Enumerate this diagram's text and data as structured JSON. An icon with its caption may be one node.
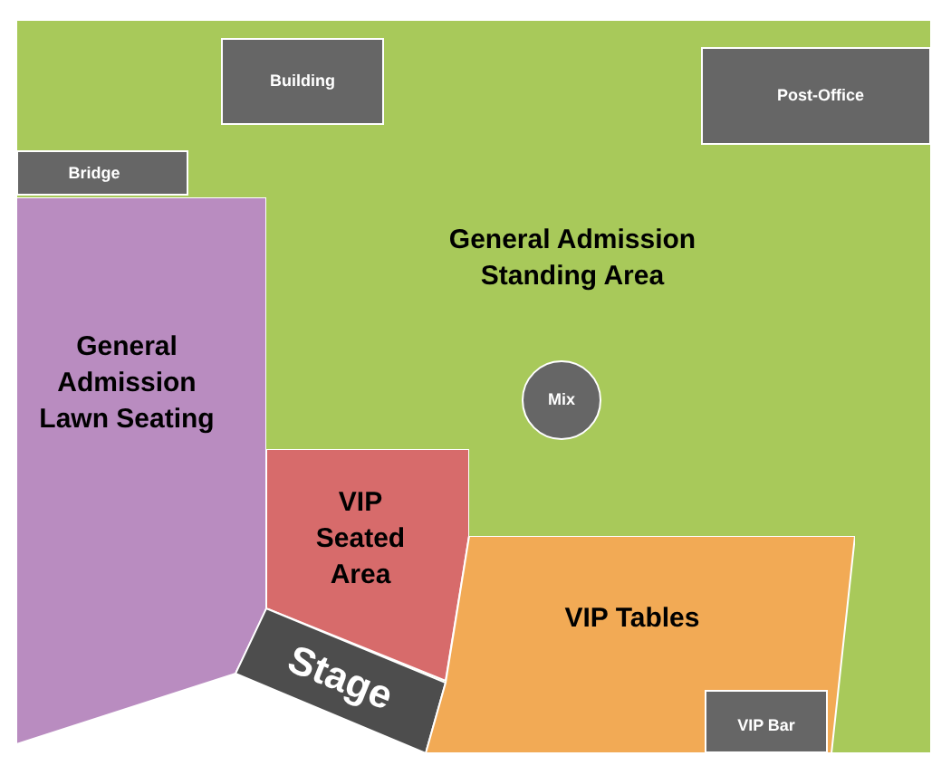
{
  "diagram": {
    "nodes": [
      {
        "text": [
          "General Admission Standing Area"
        ]
      },
      {
        "text": [
          "Building"
        ],
        "in": 0
      },
      {
        "text": [
          "Post-Office"
        ],
        "in": 0
      },
      {
        "text": [
          "Bridge"
        ],
        "in": 0
      },
      {
        "text": [
          "General Admission Lawn Seating"
        ],
        "in": 0
      },
      {
        "text": [
          "Mix"
        ],
        "in": 0
      },
      {
        "text": [
          "VIP Seated Area"
        ],
        "in": 0
      },
      {
        "text": [
          "Stage"
        ],
        "in": 0
      },
      {
        "text": [
          "VIP Tables"
        ],
        "in": 0
      },
      {
        "text": [
          "VIP Bar"
        ],
        "in": 8
      }
    ]
  }
}
